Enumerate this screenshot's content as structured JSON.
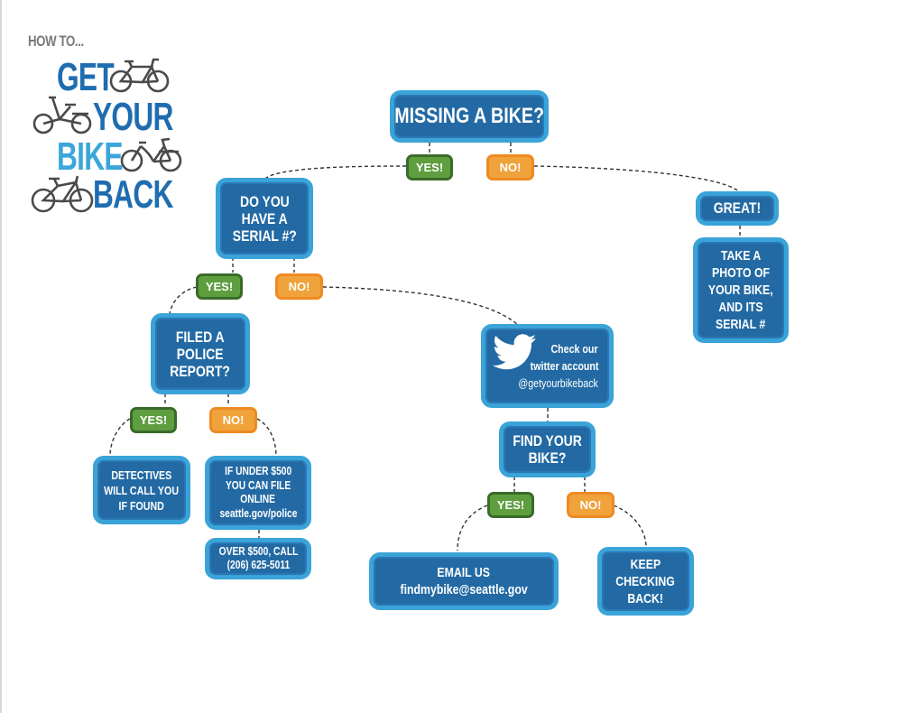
{
  "logo": {
    "how_to": "HOW TO...",
    "words": [
      "GET",
      "YOUR",
      "BIKE",
      "BACK"
    ],
    "icons": [
      "road-bike-icon",
      "folding-bike-icon",
      "city-bike-icon",
      "mountain-bike-icon"
    ]
  },
  "colors": {
    "box_fill": "#236aa4",
    "box_border": "#3aa3d8",
    "yes_fill": "#5e9e3f",
    "yes_border": "#3a6b2a",
    "no_fill": "#f0a23b",
    "no_border": "#ee8a22",
    "logo_dark": "#1f6db0",
    "logo_light": "#3aa6da"
  },
  "flow": {
    "missing": "MISSING A BIKE?",
    "missing_yes": "YES!",
    "missing_no": "NO!",
    "serial": [
      "DO YOU",
      "HAVE A",
      "SERIAL #?"
    ],
    "serial_yes": "YES!",
    "serial_no": "NO!",
    "great": "GREAT!",
    "take_photo": [
      "TAKE A",
      "PHOTO OF",
      "YOUR BIKE,",
      "AND ITS",
      "SERIAL #"
    ],
    "police": [
      "FILED A",
      "POLICE",
      "REPORT?"
    ],
    "police_yes": "YES!",
    "police_no": "NO!",
    "detectives": [
      "DETECTIVES",
      "WILL CALL YOU",
      "IF FOUND"
    ],
    "under500": [
      "IF UNDER $500",
      "YOU CAN FILE",
      "ONLINE",
      "seattle.gov/police"
    ],
    "over500": [
      "OVER $500, CALL",
      "(206) 625-5011"
    ],
    "twitter": [
      "Check our",
      "twitter account",
      "@getyourbikeback"
    ],
    "find": [
      "FIND YOUR",
      "BIKE?"
    ],
    "find_yes": "YES!",
    "find_no": "NO!",
    "email": [
      "EMAIL US",
      "findmybike@seattle.gov"
    ],
    "keep": [
      "KEEP",
      "CHECKING",
      "BACK!"
    ]
  }
}
